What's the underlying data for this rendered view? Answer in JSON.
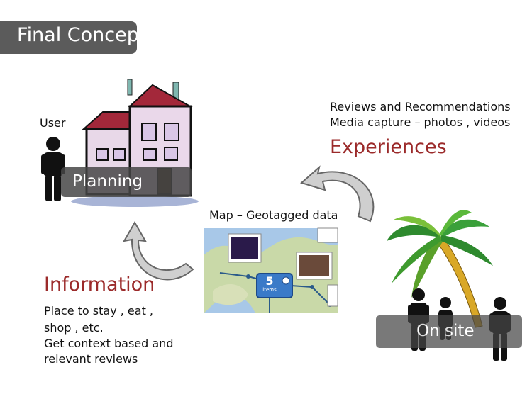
{
  "title": "Final Concep",
  "user_label": "User",
  "planning": "Planning",
  "map_label": "Map – Geotagged data",
  "map_badge": {
    "count": "5",
    "unit": "items"
  },
  "experiences": {
    "lines": [
      "Reviews and Recommendations",
      "Media capture – photos , videos"
    ],
    "heading": "Experiences"
  },
  "information": {
    "heading": "Information",
    "lines": [
      "Place to stay , eat ,",
      "shop , etc.",
      "Get context based and",
      "relevant reviews"
    ]
  },
  "onsite": "On site",
  "colors": {
    "accent_red": "#9b2a2a",
    "band_gray": "#464646",
    "house_roof": "#a3283a"
  }
}
